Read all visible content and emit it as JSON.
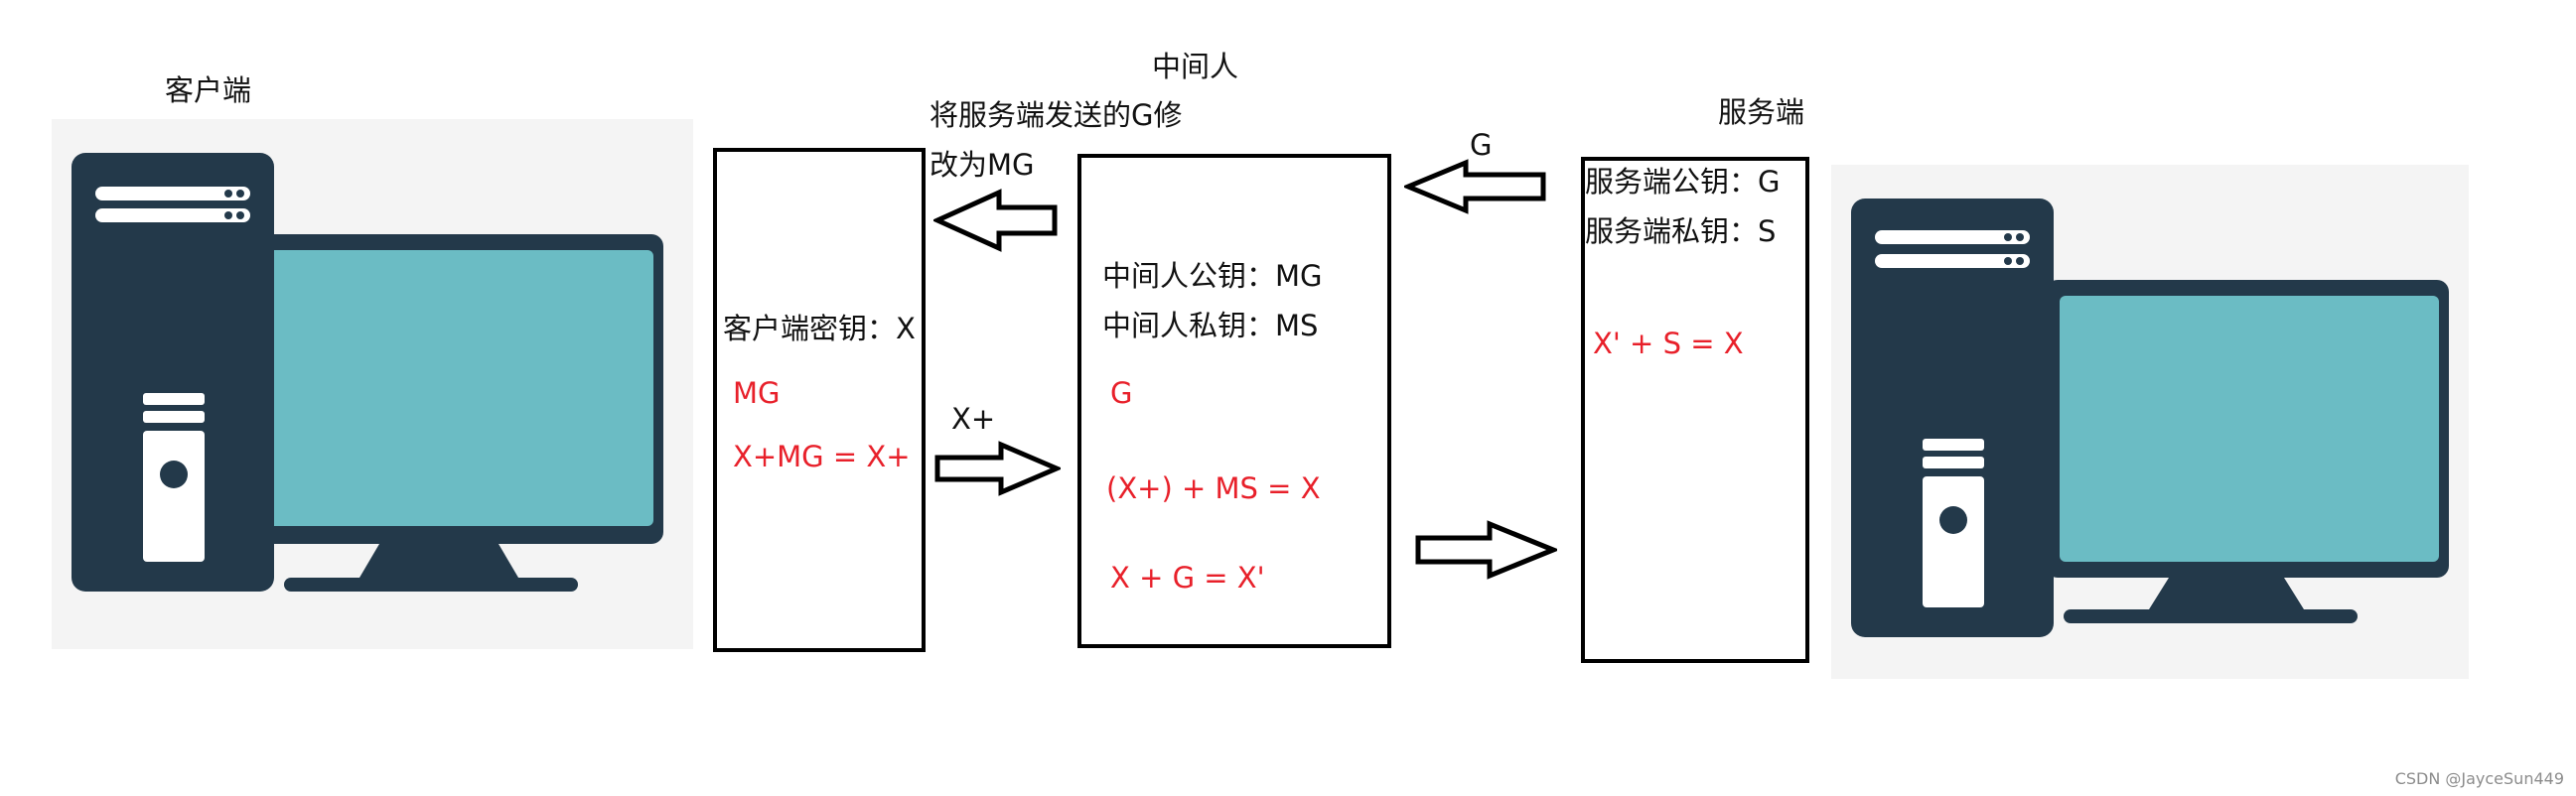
{
  "labels": {
    "client": "客户端",
    "mitm": "中间人",
    "server": "服务端",
    "mitm_note": [
      "将服务端发送的G修",
      "改为MG"
    ],
    "g_arrow": "G",
    "xplus_arrow": "X+"
  },
  "client_box": {
    "lines": [
      "客户端密钥：X",
      "MG",
      "X+MG = X+"
    ]
  },
  "mitm_box": {
    "lines": [
      "中间人公钥：MG",
      "中间人私钥：MS",
      "G",
      "(X+) + MS = X",
      "X + G = X'"
    ]
  },
  "server_box": {
    "lines": [
      "服务端公钥：G",
      "服务端私钥：S",
      "X' + S = X"
    ]
  },
  "watermark": "CSDN @JayceSun449",
  "colors": {
    "red_text": "#e8202a",
    "computer_dark": "#23394a",
    "computer_screen": "#6bbcc4",
    "computer_bg": "#f4f4f4",
    "tower_light": "#ffffff"
  },
  "icons": [
    "desktop-computer-icon",
    "right-arrow-icon",
    "left-arrow-icon"
  ]
}
